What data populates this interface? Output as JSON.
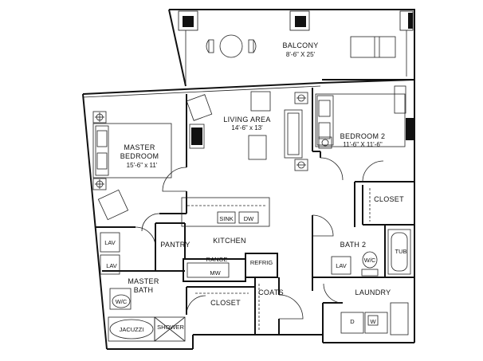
{
  "rooms": {
    "balcony": {
      "name": "BALCONY",
      "size": "8'-6\" X 25'"
    },
    "living": {
      "name": "LIVING AREA",
      "size": "14'-6\" x 13'"
    },
    "master_bedroom": {
      "name_line1": "MASTER",
      "name_line2": "BEDROOM",
      "size": "15'-6\" x 11'"
    },
    "bedroom2": {
      "name": "BEDROOM 2",
      "size": "11'-6\" X 11'-6\""
    },
    "closet_bed2": {
      "name": "CLOSET"
    },
    "kitchen": {
      "name": "KITCHEN"
    },
    "pantry": {
      "name": "PANTRY"
    },
    "bath2": {
      "name": "BATH 2"
    },
    "master_bath": {
      "name_line1": "MASTER",
      "name_line2": "BATH"
    },
    "closet_master": {
      "name": "CLOSET"
    },
    "coats": {
      "name": "COATS"
    },
    "laundry": {
      "name": "LAUNDRY"
    }
  },
  "fixtures": {
    "sink": "SINK",
    "dw": "DW",
    "range": "RANGE",
    "mw": "MW",
    "refrig": "REFRIG",
    "lav_bath2": "LAV",
    "wc_bath2": "W/C",
    "tub": "TUB",
    "lav_master_1": "LAV",
    "lav_master_2": "LAV",
    "wc_master": "W/C",
    "jacuzzi": "JACUZZI",
    "shower": "SHOWER",
    "dryer": "D",
    "washer": "W"
  }
}
